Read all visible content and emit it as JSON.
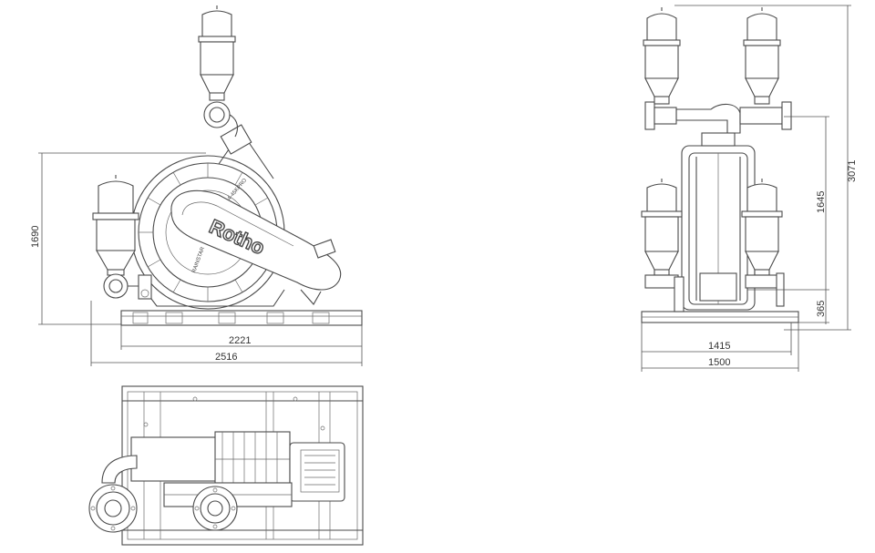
{
  "brand": "Rotho",
  "reel_label_1": "RAINSTAR",
  "reel_label_2": "4-45KPRO",
  "dimensions": {
    "side_height": "1690",
    "side_inner_length": "2221",
    "side_total_length": "2516",
    "front_top_height": "3071",
    "front_mid_height": "1645",
    "front_base_height": "365",
    "front_inner_width": "1415",
    "front_total_width": "1500"
  }
}
